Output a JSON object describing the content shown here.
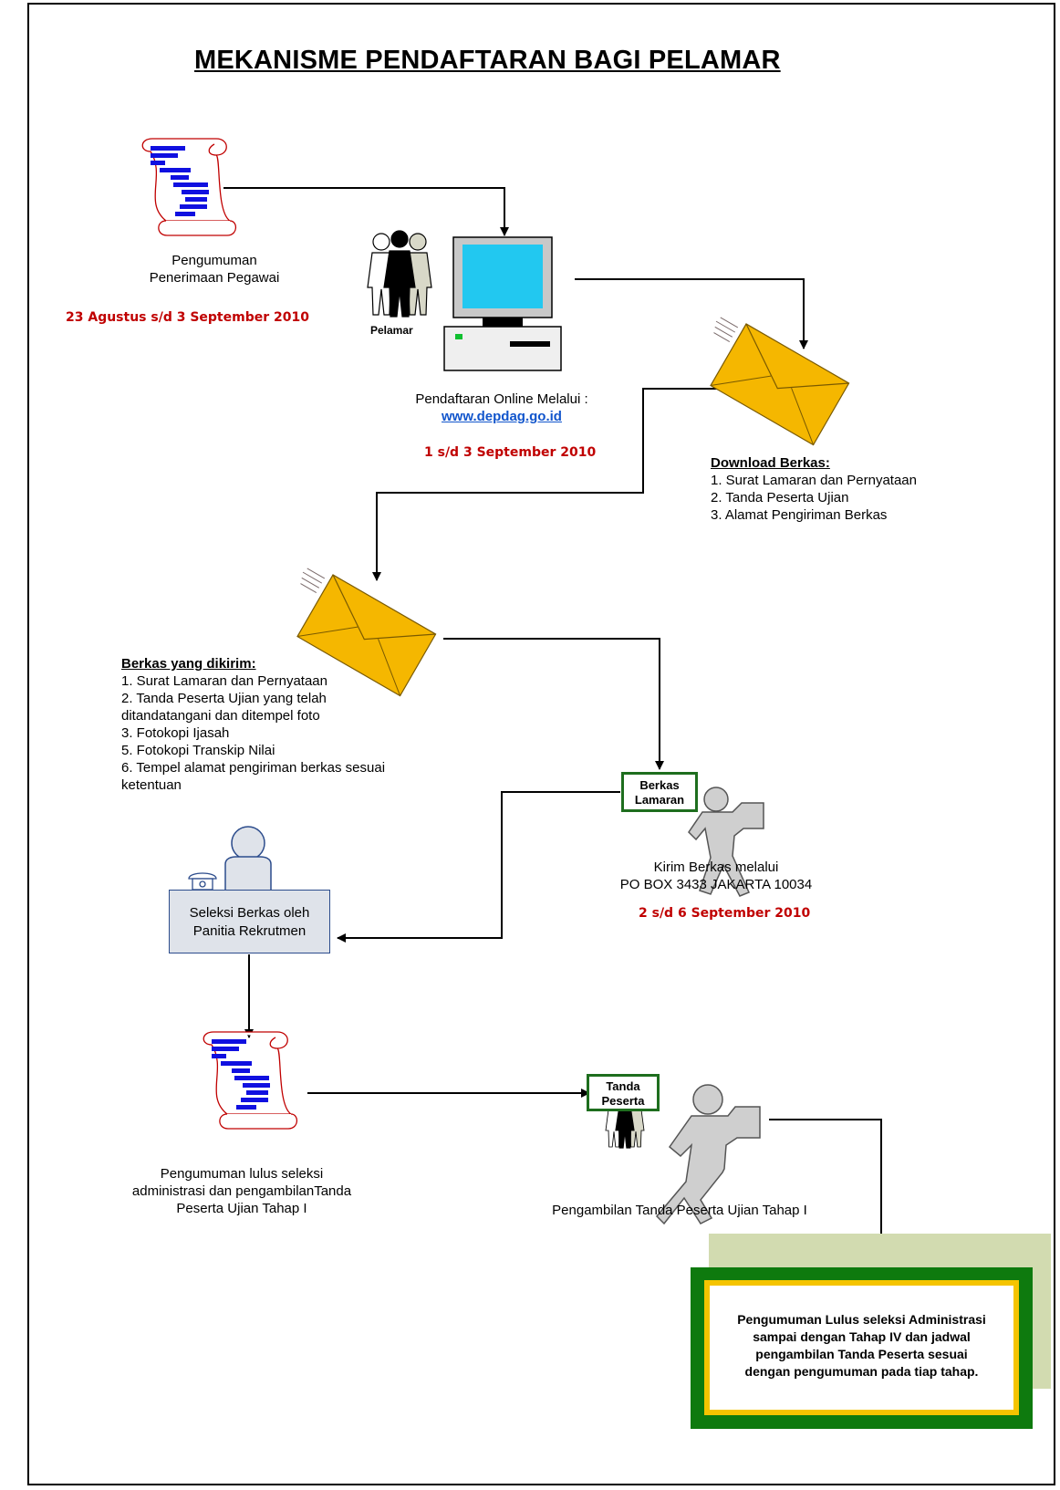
{
  "title": "MEKANISME PENDAFTARAN BAGI PELAMAR",
  "announcement": {
    "line1": "Pengumuman",
    "line2": "Penerimaan Pegawai",
    "date": "23 Agustus  s/d  3 September 2010"
  },
  "applicant_label": "Pelamar",
  "online": {
    "line1": "Pendaftaran Online Melalui :",
    "link": "www.depdag.go.id",
    "date": "1 s/d 3 September 2010"
  },
  "download": {
    "heading": "Download Berkas:",
    "items": [
      "1. Surat Lamaran dan Pernyataan",
      "2. Tanda Peserta Ujian",
      "3. Alamat Pengiriman Berkas"
    ]
  },
  "sent": {
    "heading": "Berkas yang dikirim:",
    "items": [
      "1. Surat Lamaran dan Pernyataan",
      "2. Tanda Peserta Ujian yang telah",
      "ditandatangani dan ditempel foto",
      "3. Fotokopi Ijasah",
      "5. Fotokopi Transkip Nilai",
      "6. Tempel alamat pengiriman berkas sesuai",
      "ketentuan"
    ]
  },
  "berkas_box": {
    "line1": "Berkas",
    "line2": "Lamaran"
  },
  "send": {
    "line1": "Kirim Berkas melalui",
    "line2": "PO BOX 3433 JAKARTA 10034",
    "date": "2 s/d 6 September 2010"
  },
  "selection": {
    "line1": "Seleksi Berkas oleh",
    "line2": "Panitia Rekrutmen"
  },
  "result": {
    "line1": "Pengumuman lulus seleksi",
    "line2": "administrasi dan pengambilanTanda",
    "line3": "Peserta  Ujian Tahap I"
  },
  "tanda_box": {
    "line1": "Tanda",
    "line2": "Peserta"
  },
  "pickup_caption": "Pengambilan Tanda Peserta Ujian Tahap I",
  "final": {
    "line1": "Pengumuman Lulus seleksi Administrasi",
    "line2": "sampai dengan Tahap IV dan jadwal",
    "line3": "pengambilan Tanda Peserta sesuai",
    "line4": "dengan pengumuman pada tiap tahap."
  },
  "colors": {
    "date_red": "#c00000",
    "link_blue": "#1155cc",
    "envelope_yellow": "#f5b700",
    "scroll_blue": "#1010e0",
    "box_green": "#0e7a0e",
    "final_yellow": "#f5c400"
  }
}
